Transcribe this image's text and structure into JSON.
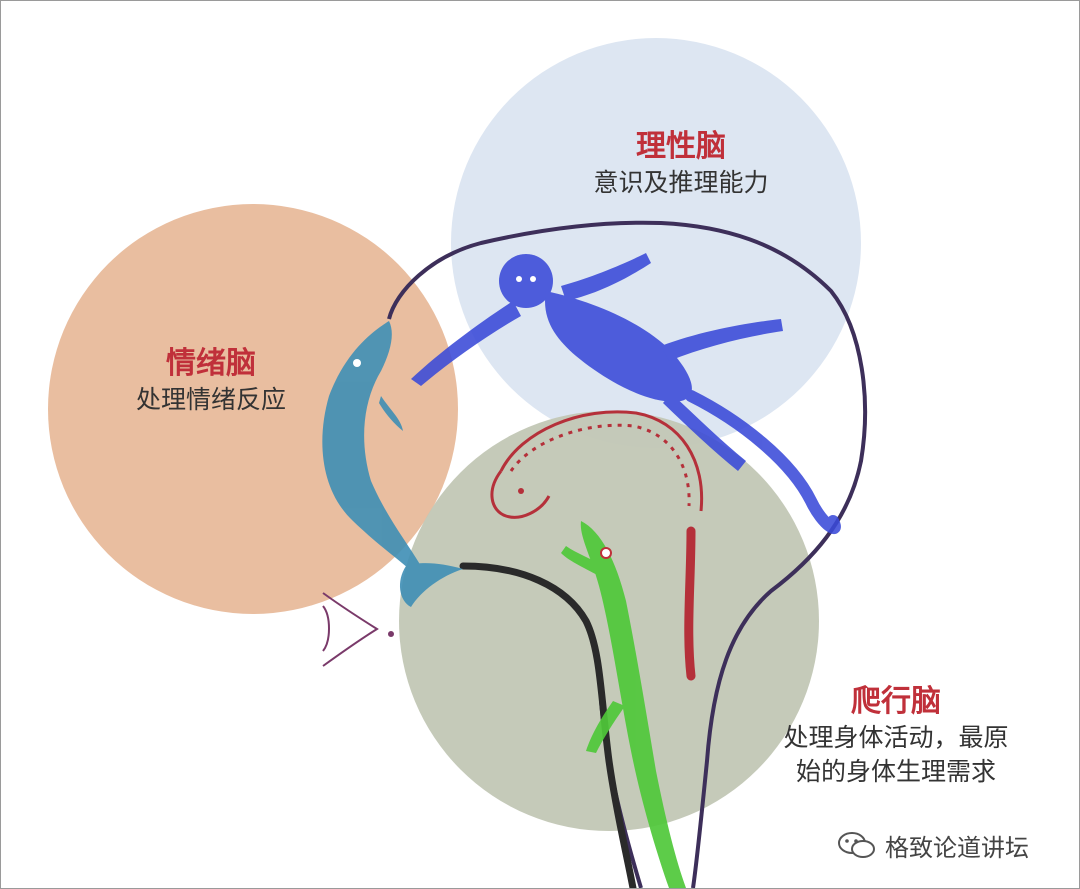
{
  "regions": {
    "rational": {
      "title": "理性脑",
      "desc": "意识及推理能力",
      "fill": "#dde6f2",
      "title_color": "#c0303a"
    },
    "emotional": {
      "title": "情绪脑",
      "desc": "处理情绪反应",
      "fill": "#e9bea0",
      "title_color": "#c0303a"
    },
    "reptilian": {
      "title": "爬行脑",
      "desc_line1": "处理身体活动，最原",
      "desc_line2": "始的身体生理需求",
      "fill": "#c2c7b5",
      "title_color": "#c0303a"
    }
  },
  "creatures": {
    "monkey": {
      "color": "#3a4ad8"
    },
    "dolphin": {
      "color": "#3f8fb5"
    },
    "hedgehog": {
      "color": "#b5303a"
    },
    "lizard": {
      "color": "#4fc83a"
    },
    "eye": {
      "color": "#7a3a6a"
    }
  },
  "outline_color": "#3d2f5a",
  "spine_color": "#2a2a2a",
  "watermark": {
    "text": "格致论道讲坛"
  }
}
